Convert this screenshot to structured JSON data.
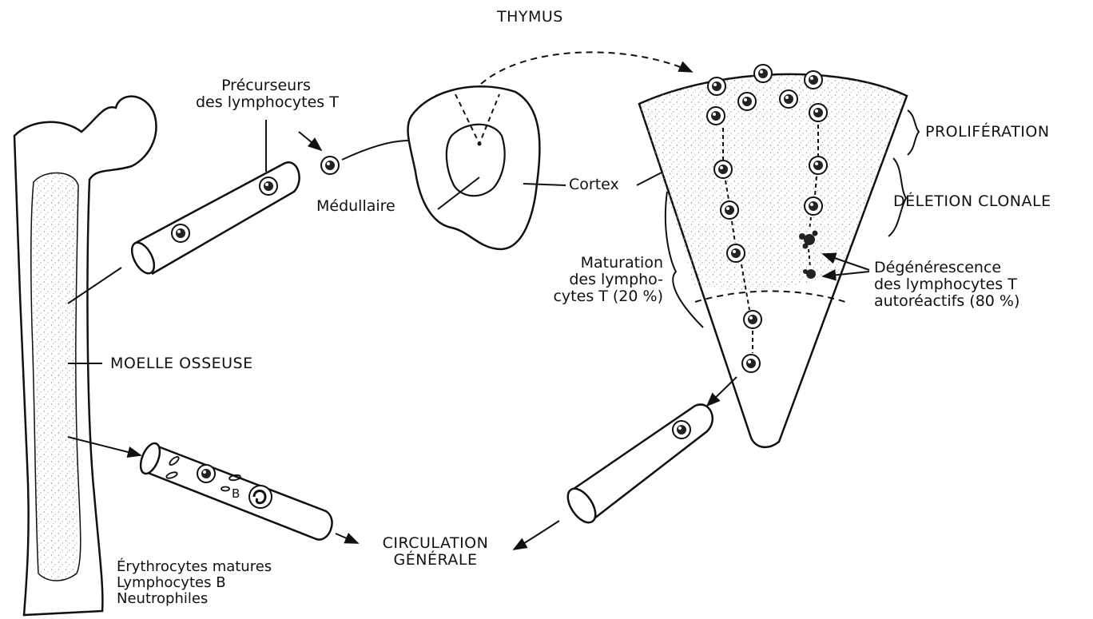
{
  "labels": {
    "thymus": "THYMUS",
    "precursors": [
      "Précurseurs",
      "des lymphocytes T"
    ],
    "medullaire": "Médullaire",
    "cortex": "Cortex",
    "proliferation": "PROLIFÉRATION",
    "deletion": "DÉLETION CLONALE",
    "maturation": [
      "Maturation",
      "des lympho-",
      "cytes T (20 %)"
    ],
    "degenerescence": [
      "Dégénérescence",
      "des lymphocytes T",
      "autoréactifs (80 %)"
    ],
    "moelle": "MOELLE OSSEUSE",
    "circulation": [
      "CIRCULATION",
      "GÉNÉRALE"
    ],
    "marrow_cells": [
      "Érythrocytes matures",
      "Lymphocytes B",
      "Neutrophiles"
    ],
    "b_marker": "B"
  },
  "colors": {
    "ink": "#111111",
    "stipple": "#8a8a8a",
    "paper": "#ffffff"
  }
}
